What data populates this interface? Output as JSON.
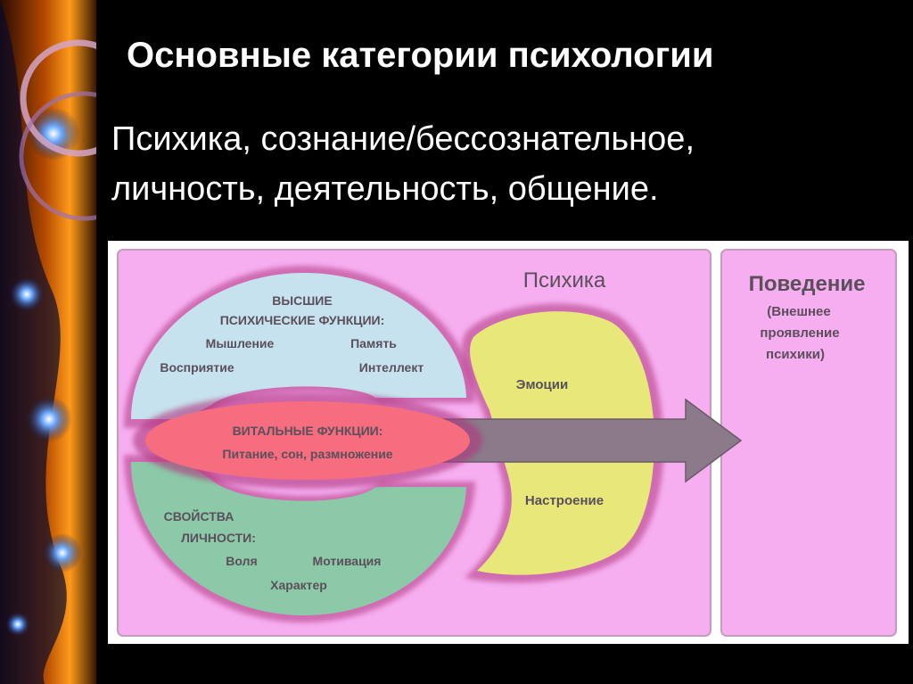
{
  "slide": {
    "title": "Основные категории психологии",
    "subtitle_line1": "Психика, сознание/бессознательное,",
    "subtitle_line2": "личность, деятельность, общение."
  },
  "diagram": {
    "psyche_label": "Психика",
    "behavior": {
      "title": "Поведение",
      "note_line1": "(Внешнее",
      "note_line2": "проявление",
      "note_line3": "психики)"
    },
    "higher_functions": {
      "title_line1": "ВЫСШИЕ",
      "title_line2": "ПСИХИЧЕСКИЕ ФУНКЦИИ:",
      "items": [
        "Мышление",
        "Память",
        "Восприятие",
        "Интеллект"
      ]
    },
    "vital_functions": {
      "title": "ВИТАЛЬНЫЕ ФУНКЦИИ:",
      "items": "Питание, сон, размножение"
    },
    "personality": {
      "title_line1": "СВОЙСТВА",
      "title_line2": "ЛИЧНОСТИ:",
      "items": [
        "Воля",
        "Мотивация",
        "Характер"
      ]
    },
    "emotions": [
      "Эмоции",
      "Настроение"
    ]
  },
  "colors": {
    "background": "#000000",
    "diagram_bg": "#ffffff",
    "psyche_panel": "#f6aef0",
    "behavior_panel": "#f6aef0",
    "halo": "#b0347e",
    "higher_functions": "#c6e2ee",
    "vital_functions": "#f56d7e",
    "personality": "#8cc9a8",
    "emotions": "#e8e77a",
    "arrow": "#8a7a8a",
    "diagram_text": "#5a4f5a"
  }
}
